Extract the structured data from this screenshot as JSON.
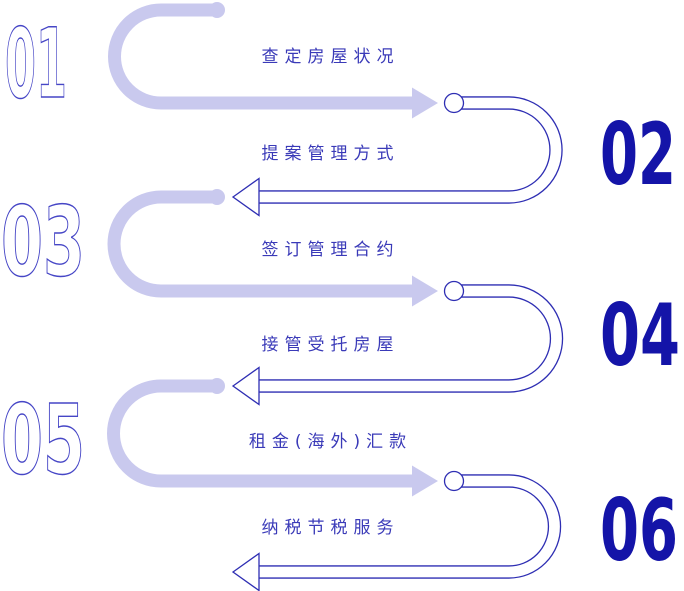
{
  "colors": {
    "arrow-fill": "#c9c9ee",
    "arrow-outline": "#2e2eb3",
    "label-text": "#3a3ab8",
    "number-solid": "#1414a8",
    "number-outline": "#4646c6",
    "bg": "#ffffff"
  },
  "steps": [
    {
      "number": "01",
      "label": "查定房屋状况",
      "number_style": "outline",
      "side": "left"
    },
    {
      "number": "02",
      "label": "提案管理方式",
      "number_style": "solid",
      "side": "right"
    },
    {
      "number": "03",
      "label": "签订管理合约",
      "number_style": "outline",
      "side": "left"
    },
    {
      "number": "04",
      "label": "接管受托房屋",
      "number_style": "solid",
      "side": "right"
    },
    {
      "number": "05",
      "label": "租金(海外)汇款",
      "number_style": "outline",
      "side": "left"
    },
    {
      "number": "06",
      "label": "纳税节税服务",
      "number_style": "solid",
      "side": "right"
    }
  ]
}
